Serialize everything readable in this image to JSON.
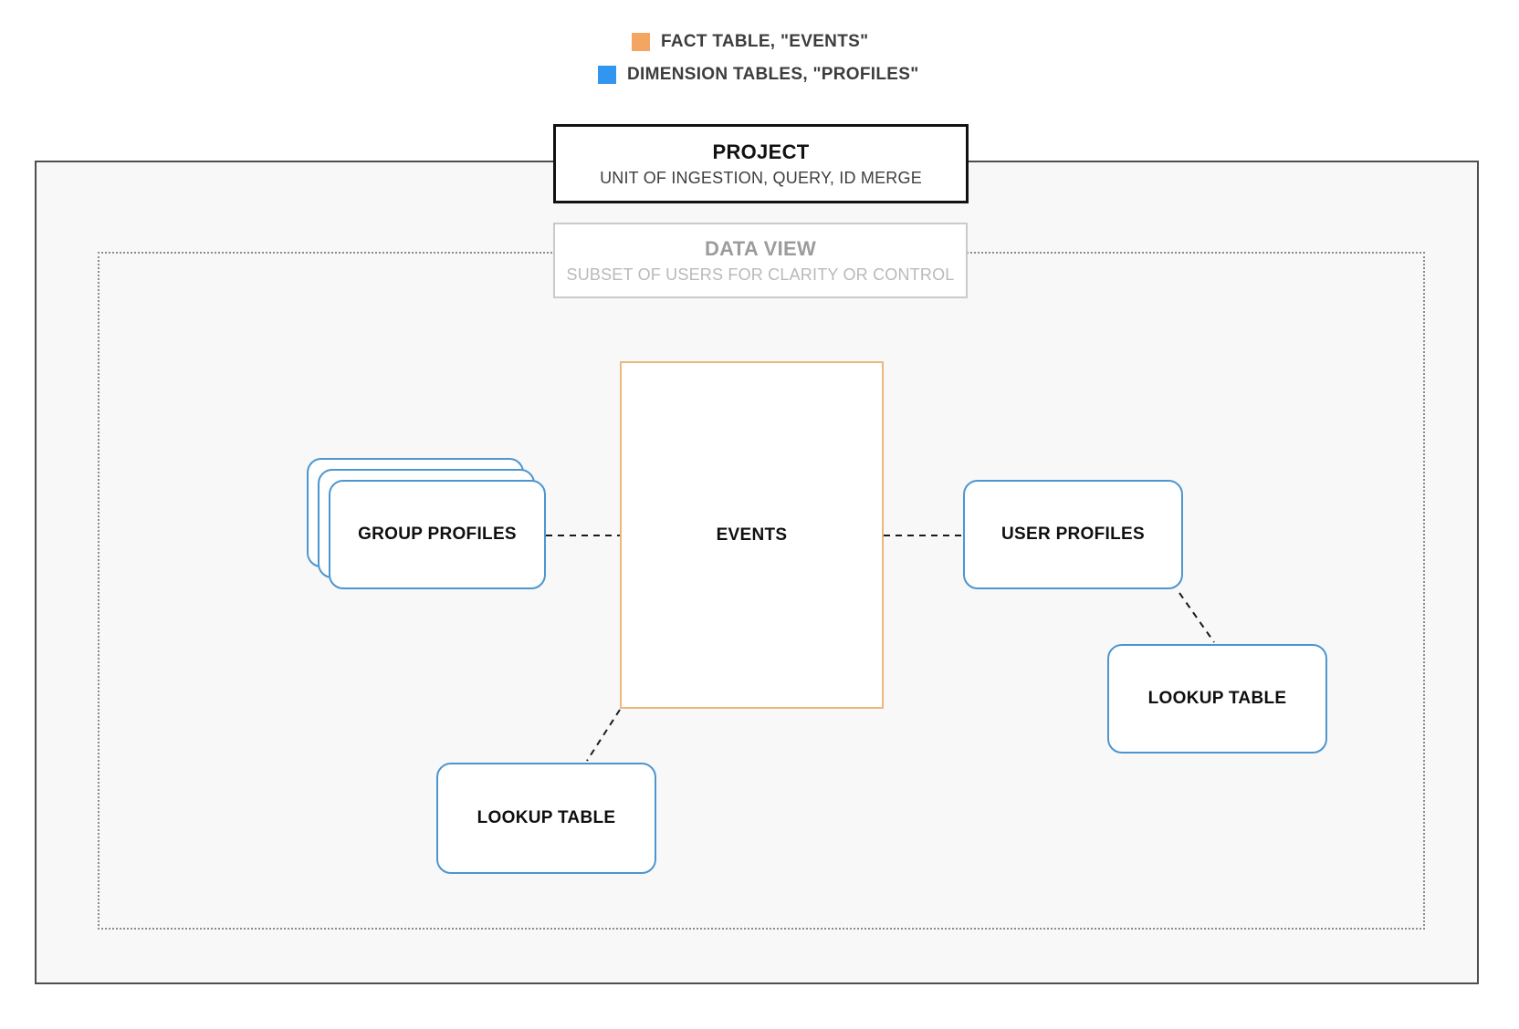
{
  "legend": {
    "items": [
      {
        "label": "FACT TABLE, \"EVENTS\"",
        "swatch_color": "#F2A661"
      },
      {
        "label": "DIMENSION TABLES, \"PROFILES\"",
        "swatch_color": "#3196F0"
      }
    ]
  },
  "project": {
    "title": "PROJECT",
    "subtitle": "UNIT OF INGESTION, QUERY, ID MERGE"
  },
  "data_view": {
    "title": "DATA VIEW",
    "subtitle": "SUBSET OF USERS FOR CLARITY OR CONTROL"
  },
  "nodes": {
    "events": {
      "label": "EVENTS",
      "kind": "fact table"
    },
    "group_profiles": {
      "label": "GROUP PROFILES",
      "kind": "dimension table",
      "stacked": true
    },
    "user_profiles": {
      "label": "USER PROFILES",
      "kind": "dimension table"
    },
    "lookup_right": {
      "label": "LOOKUP TABLE",
      "kind": "dimension table"
    },
    "lookup_bottom": {
      "label": "LOOKUP TABLE",
      "kind": "dimension table"
    }
  },
  "edges": [
    {
      "from": "group_profiles",
      "to": "events",
      "style": "dashed"
    },
    {
      "from": "events",
      "to": "user_profiles",
      "style": "dashed"
    },
    {
      "from": "user_profiles",
      "to": "lookup_right",
      "style": "dashed"
    },
    {
      "from": "events",
      "to": "lookup_bottom",
      "style": "dashed"
    }
  ],
  "colors": {
    "fact_accent": "#F2A661",
    "dimension_accent": "#3196F0",
    "fact_border": "#E9BA7A",
    "dimension_border": "#4C96CF",
    "project_border": "#121212",
    "boundary_border": "#4E4E4E",
    "data_view_boundary_border": "#8C8C8C",
    "inner_background": "#F8F8F8"
  }
}
